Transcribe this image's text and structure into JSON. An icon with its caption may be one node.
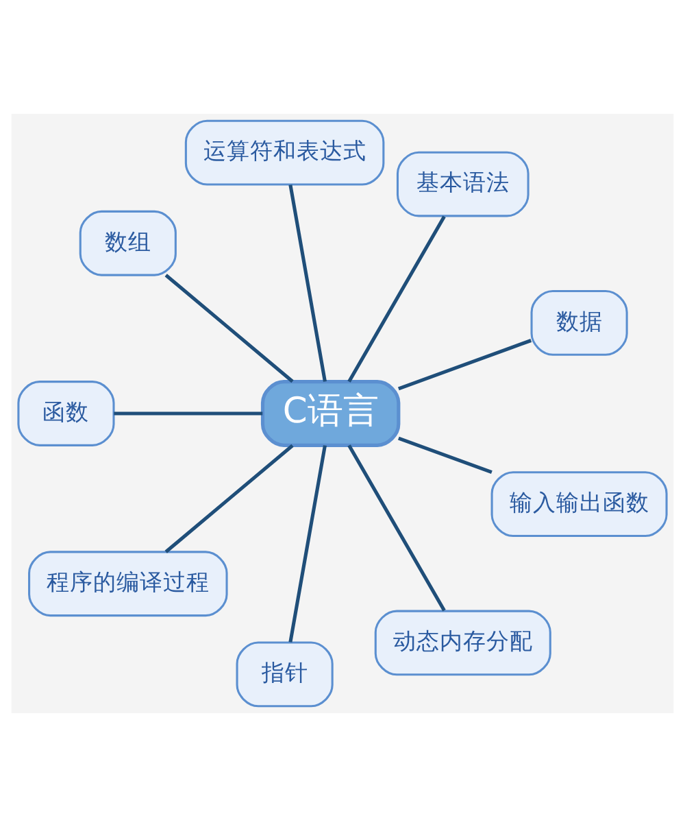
{
  "diagram": {
    "nodes": [
      {
        "text": [
          "C语言"
        ]
      },
      {
        "text": [
          "数据"
        ]
      },
      {
        "text": [
          "基本语法"
        ]
      },
      {
        "text": [
          "运算符和表达式"
        ]
      },
      {
        "text": [
          "数组"
        ]
      },
      {
        "text": [
          "函数"
        ]
      },
      {
        "text": [
          "程序的编译过程"
        ]
      },
      {
        "text": [
          "指针"
        ]
      },
      {
        "text": [
          "动态内存分配"
        ]
      },
      {
        "text": [
          "输入输出函数"
        ]
      }
    ],
    "edges": [
      {
        "from": 0,
        "to": 1,
        "arrow": "none"
      },
      {
        "from": 0,
        "to": 2,
        "arrow": "none"
      },
      {
        "from": 0,
        "to": 3,
        "arrow": "none"
      },
      {
        "from": 0,
        "to": 4,
        "arrow": "none"
      },
      {
        "from": 0,
        "to": 5,
        "arrow": "none"
      },
      {
        "from": 0,
        "to": 6,
        "arrow": "none"
      },
      {
        "from": 0,
        "to": 7,
        "arrow": "none"
      },
      {
        "from": 0,
        "to": 8,
        "arrow": "none"
      },
      {
        "from": 0,
        "to": 9,
        "arrow": "none"
      }
    ]
  }
}
